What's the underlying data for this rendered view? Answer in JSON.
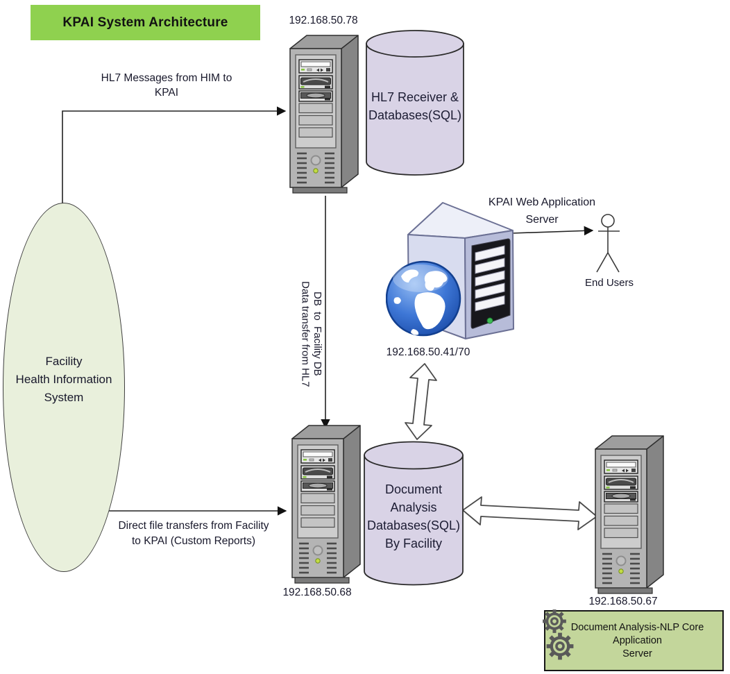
{
  "title": "KPAI System Architecture",
  "nodes": {
    "hl7_server": {
      "ip": "192.168.50.78"
    },
    "hl7_db": {
      "lines": [
        "HL7 Receiver &",
        "Databases(SQL)"
      ]
    },
    "facility_his": {
      "lines": [
        "Facility",
        "Health Information",
        "System"
      ]
    },
    "web_server": {
      "label_lines": [
        "KPAI Web Application",
        "Server"
      ],
      "ip": "192.168.50.41/70"
    },
    "end_users": {
      "label": "End Users"
    },
    "facility_server": {
      "ip": "192.168.50.68"
    },
    "doc_db": {
      "lines": [
        "Document",
        "Analysis",
        "Databases(SQL)",
        "By Facility"
      ]
    },
    "nlp_server": {
      "ip": "192.168.50.67"
    },
    "nlp_box": {
      "lines": [
        "Document Analysis-NLP Core",
        "Application",
        "Server"
      ]
    }
  },
  "edges": {
    "hl7_messages": {
      "lines": [
        "HL7 Messages from HIM to",
        "KPAI"
      ]
    },
    "data_transfer": {
      "lines": [
        "Data transfer from HL7",
        "DB  to  Facility DB"
      ]
    },
    "direct_file": {
      "lines": [
        "Direct file transfers from Facility",
        "to KPAI (Custom Reports)"
      ]
    }
  },
  "colors": {
    "title_bg": "#8fd14f",
    "cylinder_fill": "#d9d3e6",
    "ellipse_fill": "#e9f0dc",
    "nlp_box_fill": "#c3d69b",
    "led_green": "#c3dc44",
    "globe_blue": "#2a66c8"
  }
}
